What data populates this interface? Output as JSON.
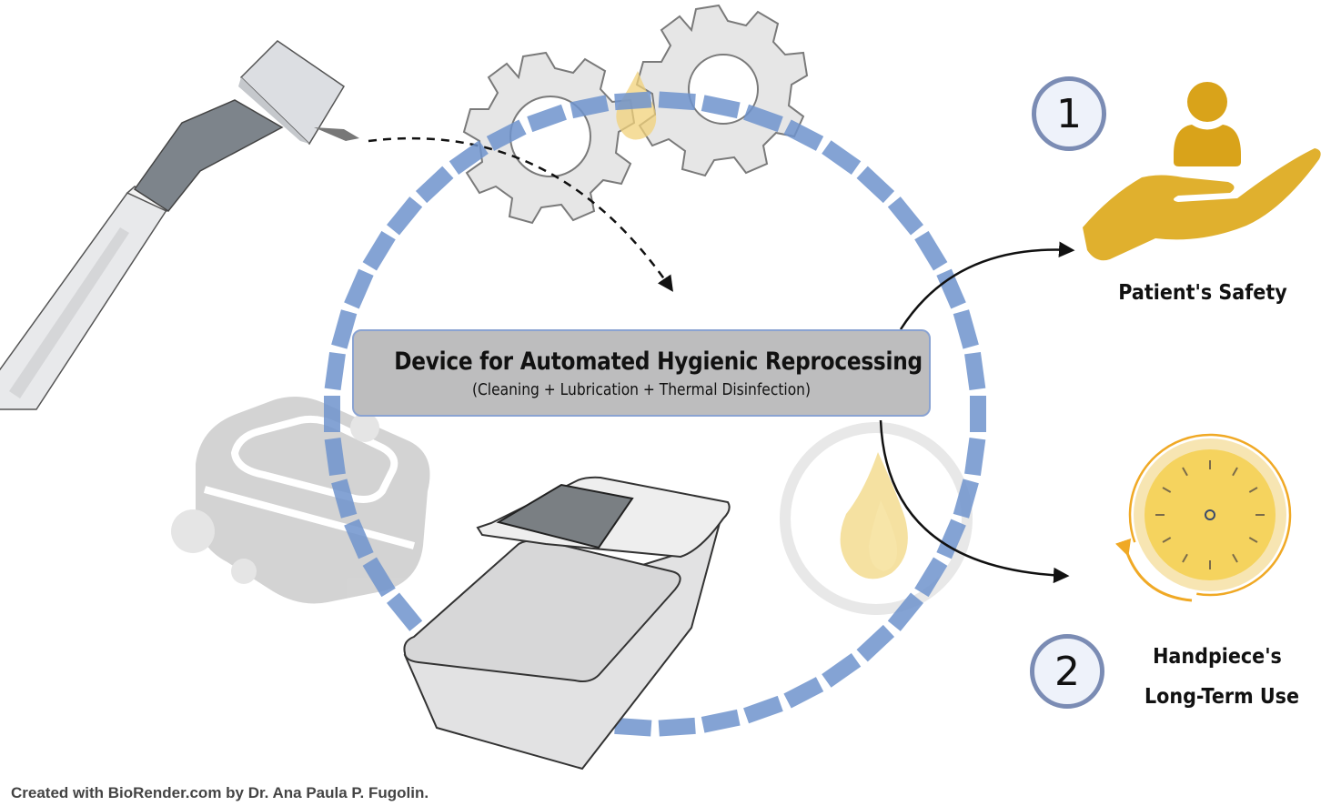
{
  "diagram": {
    "center": {
      "title": "Device for Automated Hygienic Reprocessing",
      "subtitle": "(Cleaning + Lubrication + Thermal Disinfection)"
    },
    "process_steps": [
      {
        "name": "cleaning",
        "icon": "soap-bubbles-icon"
      },
      {
        "name": "lubrication",
        "icon": "gears-oil-drop-icon"
      },
      {
        "name": "thermal-disinfection",
        "icon": "flame-cycle-icon"
      }
    ],
    "input": {
      "icon": "dental-handpiece-icon"
    },
    "device": {
      "icon": "reprocessing-device-icon"
    },
    "outcomes": [
      {
        "number": "1",
        "label": "Patient's Safety",
        "icon": "hand-person-icon"
      },
      {
        "number": "2",
        "label_line1": "Handpiece's",
        "label_line2": "Long-Term Use",
        "icon": "clock-cycle-icon"
      }
    ],
    "colors": {
      "ring_dash": "#6f93cc",
      "accent_gold": "#d9a922",
      "clock_fill": "#f5d35e",
      "badge_border": "#7b8cb4",
      "box_fill": "#bdbdbe"
    }
  },
  "footer": {
    "credit": "Created with BioRender.com by Dr. Ana Paula P. Fugolin."
  }
}
